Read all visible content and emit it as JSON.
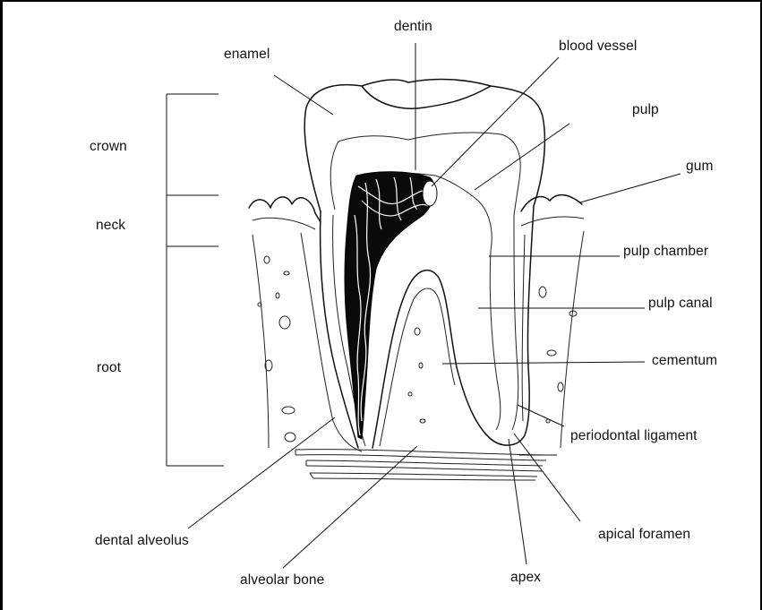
{
  "labels": {
    "dentin": "dentin",
    "enamel": "enamel",
    "blood_vessel": "blood vessel",
    "pulp": "pulp",
    "crown": "crown",
    "gum": "gum",
    "neck": "neck",
    "pulp_chamber": "pulp chamber",
    "pulp_canal": "pulp canal",
    "root": "root",
    "cementum": "cementum",
    "periodontal_ligament": "periodontal ligament",
    "dental_alveolus": "dental alveolus",
    "apical_foramen": "apical foramen",
    "alveolar_bone": "alveolar bone",
    "apex": "apex"
  }
}
